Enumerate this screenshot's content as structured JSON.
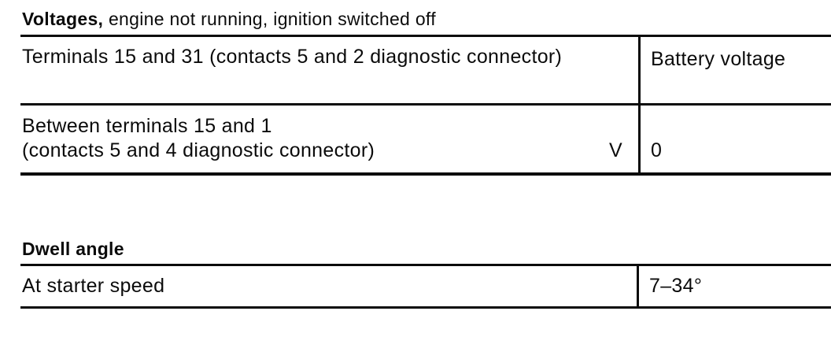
{
  "colors": {
    "ink": "#0b0b0b",
    "paper": "#ffffff"
  },
  "voltages": {
    "heading_bold": "Voltages,",
    "heading_rest": "engine not running, ignition switched off",
    "header_row": {
      "label": "Terminals 15 and 31 (contacts 5 and 2 diagnostic connector)",
      "value": "Battery voltage"
    },
    "row": {
      "label_line1": "Between terminals 15 and 1",
      "label_line2": "(contacts 5 and 4 diagnostic connector)",
      "unit": "V",
      "value": "0"
    }
  },
  "dwell": {
    "heading": "Dwell angle",
    "row": {
      "label": "At starter speed",
      "value": "7–34°"
    }
  }
}
